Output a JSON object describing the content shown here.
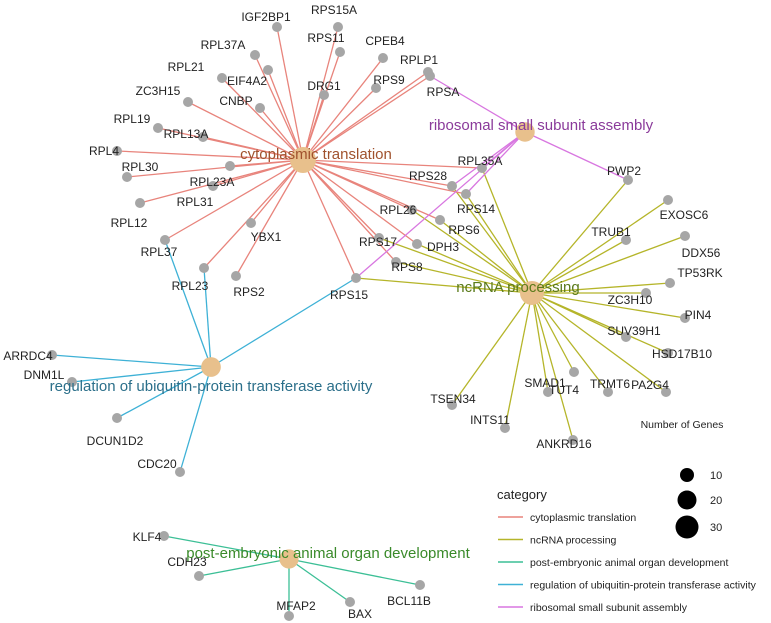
{
  "categories": [
    {
      "id": "cyto",
      "label": "cytoplasmic translation",
      "color": "#e8847c",
      "label_color": "#a0522d"
    },
    {
      "id": "ncrna",
      "label": "ncRNA processing",
      "color": "#b5b52a",
      "label_color": "#5a7a1a"
    },
    {
      "id": "post",
      "label": "post-embryonic animal organ development",
      "color": "#3cbf96",
      "label_color": "#3a8a2a"
    },
    {
      "id": "ubiq",
      "label": "regulation of ubiquitin-protein transferase activity",
      "color": "#3eb1d6",
      "label_color": "#2b6f8a"
    },
    {
      "id": "ribo",
      "label": "ribosomal small subunit assembly",
      "color": "#d877e0",
      "label_color": "#8a3a9a"
    }
  ],
  "genes": [
    "IGF2BP1",
    "RPS15A",
    "RPL37A",
    "CPEB4",
    "RPS11",
    "RPL21",
    "EIF4A2",
    "RPLP1",
    "DRG1",
    "RPS9",
    "ZC3H15",
    "CNBP",
    "RPSA",
    "RPL19",
    "RPL13A",
    "RPL4",
    "RPL30",
    "RPL23A",
    "RPL12",
    "RPL31",
    "YBX1",
    "RPL37",
    "RPL23",
    "RPS2",
    "RPS15",
    "RPL35A",
    "RPS28",
    "RPS14",
    "RPL26",
    "RPS6",
    "RPS17",
    "DPH3",
    "RPS8",
    "PWP2",
    "EXOSC6",
    "TRUB1",
    "DDX56",
    "TP53RK",
    "ZC3H10",
    "PIN4",
    "SUV39H1",
    "HSD17B10",
    "PA2G4",
    "TRMT6",
    "TUT4",
    "SMAD1",
    "TSEN34",
    "INTS11",
    "ANKRD16",
    "ARRDC4",
    "DNM1L",
    "DCUN1D2",
    "CDC20",
    "KLF4",
    "CDH23",
    "MFAP2",
    "BAX",
    "BCL11B"
  ],
  "edges": {
    "cyto": [
      "IGF2BP1",
      "RPS15A",
      "RPL37A",
      "CPEB4",
      "RPS11",
      "RPL21",
      "EIF4A2",
      "RPLP1",
      "DRG1",
      "RPS9",
      "ZC3H15",
      "CNBP",
      "RPSA",
      "RPL19",
      "RPL13A",
      "RPL4",
      "RPL30",
      "RPL23A",
      "RPL12",
      "RPL31",
      "YBX1",
      "RPL37",
      "RPL23",
      "RPS2",
      "RPS15",
      "RPL35A",
      "RPS28",
      "RPS14",
      "RPL26",
      "RPS6",
      "RPS17",
      "DPH3",
      "RPS8"
    ],
    "ncrna": [
      "RPL35A",
      "RPS28",
      "RPS14",
      "RPL26",
      "RPS6",
      "RPS17",
      "DPH3",
      "RPS8",
      "RPS15",
      "PWP2",
      "EXOSC6",
      "TRUB1",
      "DDX56",
      "TP53RK",
      "ZC3H10",
      "PIN4",
      "SUV39H1",
      "HSD17B10",
      "PA2G4",
      "TRMT6",
      "TUT4",
      "SMAD1",
      "TSEN34",
      "INTS11",
      "ANKRD16"
    ],
    "ribo": [
      "RPSA",
      "RPL35A",
      "RPS28",
      "RPS14",
      "RPS15",
      "PWP2"
    ],
    "ubiq": [
      "RPL37",
      "RPL23",
      "RPS15",
      "ARRDC4",
      "DNM1L",
      "DCUN1D2",
      "CDC20"
    ],
    "post": [
      "KLF4",
      "CDH23",
      "MFAP2",
      "BAX",
      "BCL11B"
    ]
  },
  "category_gene_counts": {
    "cyto": 33,
    "ncrna": 25,
    "ribo": 6,
    "ubiq": 7,
    "post": 5
  },
  "legend": {
    "category_title": "category",
    "size_title": "Number of Genes",
    "size_values": [
      "10",
      "20",
      "30"
    ]
  }
}
